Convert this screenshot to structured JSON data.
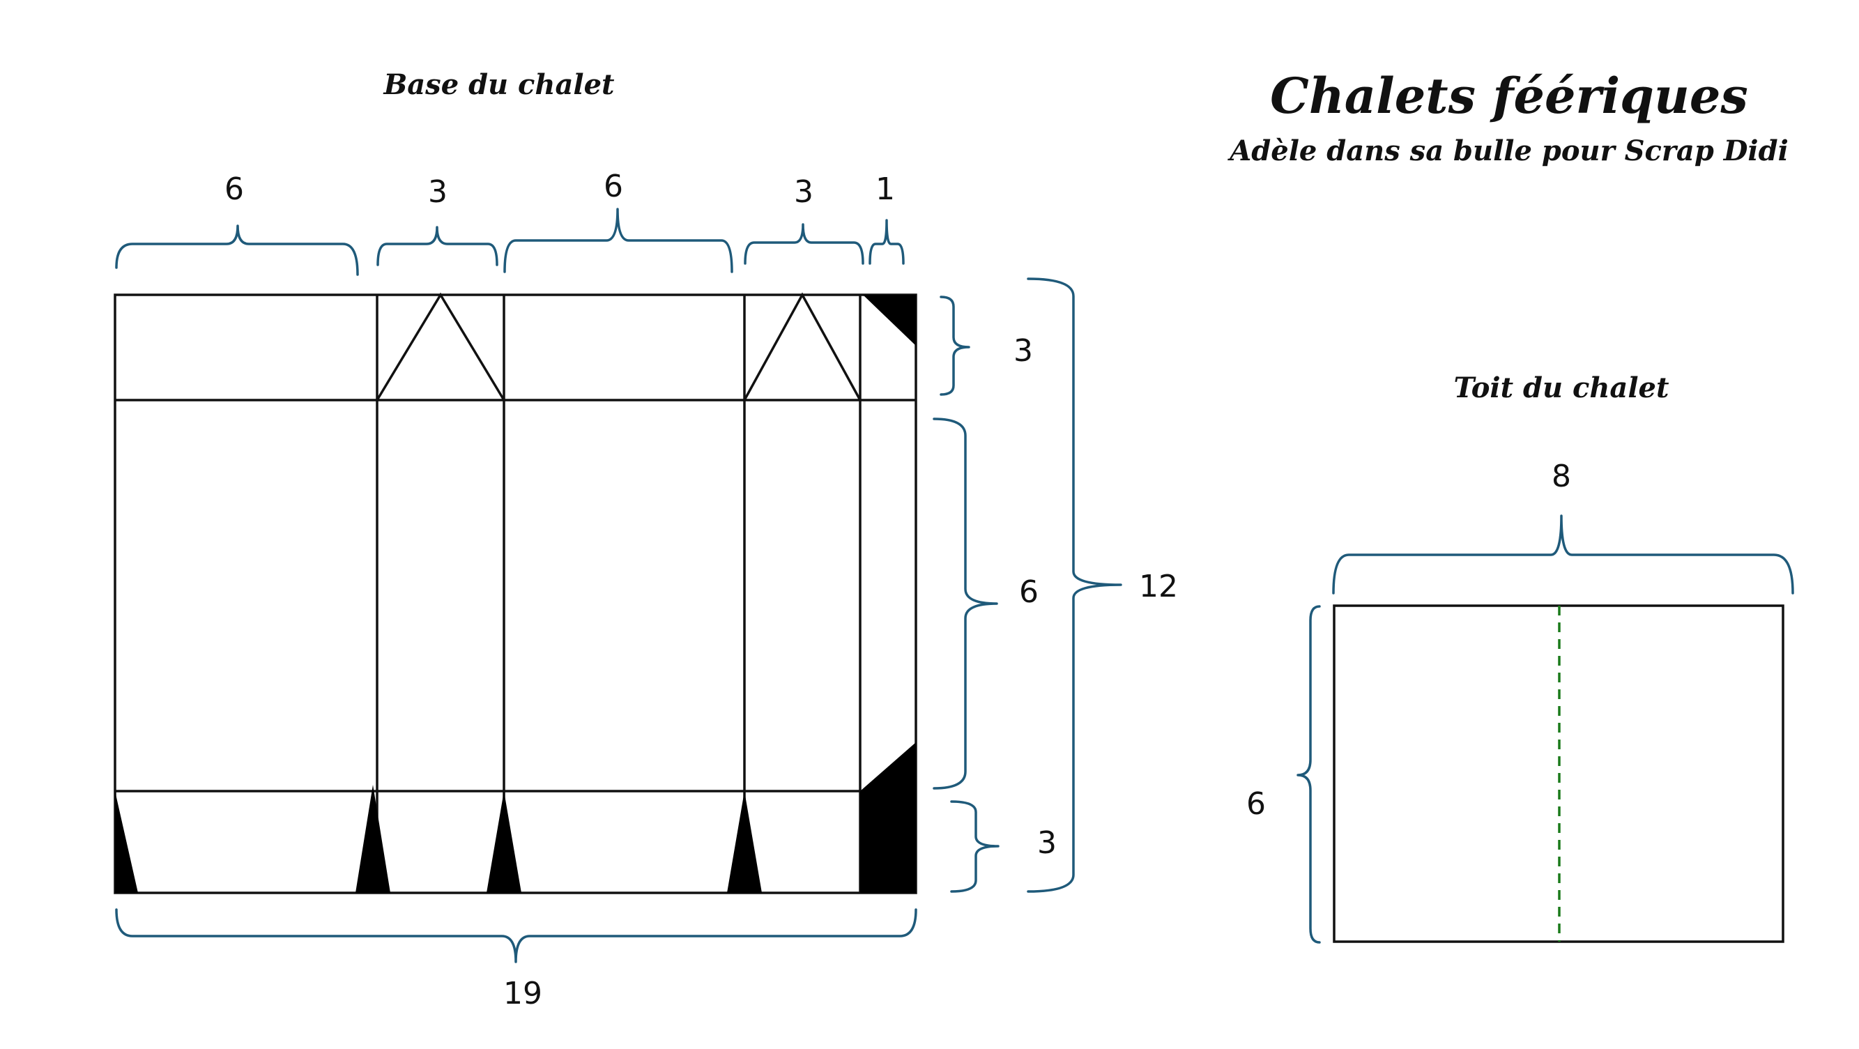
{
  "title": "Chalets féériques",
  "subtitle": "Adèle dans sa bulle pour Scrap Didi",
  "base": {
    "heading": "Base du chalet",
    "top_dims": [
      "6",
      "3",
      "6",
      "3",
      "1"
    ],
    "right_dims": [
      "3",
      "6",
      "3"
    ],
    "total_height": "12",
    "total_width": "19"
  },
  "roof": {
    "heading": "Toit du chalet",
    "width": "8",
    "height": "6"
  },
  "colors": {
    "brace": "#1f5a7a",
    "fold_line": "#1a7a1a",
    "outline": "#111111"
  }
}
